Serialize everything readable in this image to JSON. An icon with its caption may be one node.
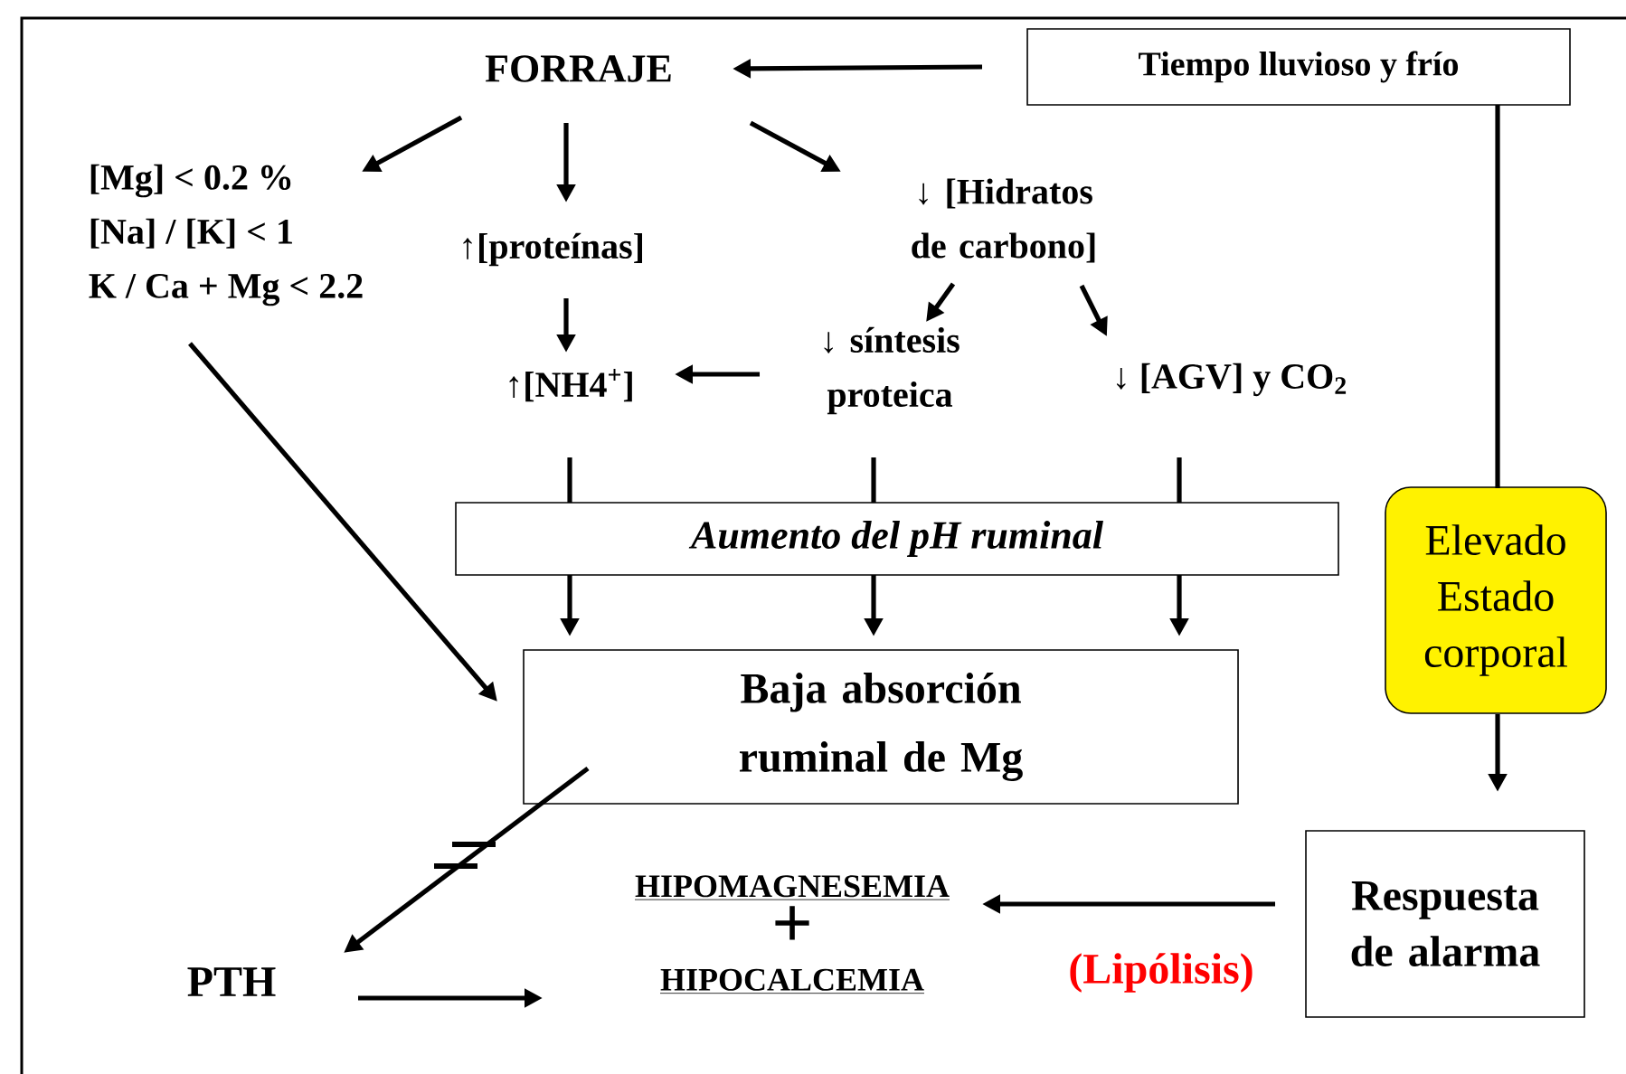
{
  "diagram": {
    "nodes": [
      {
        "text": [
          "FORRAJE"
        ]
      },
      {
        "text": [
          "Tiempo lluvioso y  frío"
        ]
      },
      {
        "text": [
          "[Mg] < 0.2 %",
          "[Na] / [K] < 1",
          "K / Ca + Mg < 2.2"
        ]
      },
      {
        "text": [
          "↑[proteínas]"
        ]
      },
      {
        "text": [
          "↓ [Hidratos de carbono]"
        ]
      },
      {
        "text": [
          "↑[NH4$^{+}$]"
        ]
      },
      {
        "text": [
          "↓ síntesis proteica"
        ]
      },
      {
        "text": [
          "↓ [AGV]  y CO$_{2}$"
        ]
      },
      {
        "text": [
          "Aumento  del  pH  ruminal"
        ]
      },
      {
        "text": [
          "Elevado Estado corporal"
        ]
      },
      {
        "text": [
          "Baja absorción ruminal de Mg"
        ]
      },
      {
        "text": [
          "HIPOMAGNESEMIA",
          "+",
          "HIPOCALCEMIA"
        ]
      },
      {
        "text": [
          "PTH"
        ]
      },
      {
        "text": [
          "Respuesta de alarma"
        ]
      }
    ],
    "edges": [
      {
        "from": 1,
        "to": 0,
        "arrow": "to"
      },
      {
        "from": 0,
        "to": 2,
        "arrow": "to"
      },
      {
        "from": 0,
        "to": 3,
        "arrow": "to"
      },
      {
        "from": 0,
        "to": 4,
        "arrow": "to"
      },
      {
        "from": 3,
        "to": 5,
        "arrow": "to"
      },
      {
        "from": 4,
        "to": 6,
        "arrow": "to"
      },
      {
        "from": 4,
        "to": 7,
        "arrow": "to"
      },
      {
        "from": 6,
        "to": 5,
        "arrow": "to"
      },
      {
        "from": 5,
        "to": 8,
        "arrow": "none"
      },
      {
        "from": 6,
        "to": 8,
        "arrow": "none"
      },
      {
        "from": 7,
        "to": 8,
        "arrow": "none"
      },
      {
        "from": 8,
        "to": 10,
        "arrow": "to"
      },
      {
        "from": 8,
        "to": 10,
        "arrow": "to"
      },
      {
        "from": 8,
        "to": 10,
        "arrow": "to"
      },
      {
        "from": 2,
        "to": 10,
        "arrow": "to"
      },
      {
        "from": 1,
        "to": 9,
        "arrow": "none"
      },
      {
        "from": 9,
        "to": 13,
        "arrow": "to"
      },
      {
        "from": 10,
        "to": 12,
        "arrow": "to"
      },
      {
        "from": 12,
        "to": 11,
        "arrow": "to"
      },
      {
        "from": 13,
        "to": 11,
        "arrow": "to",
        "label": "(Lipólisis)"
      }
    ]
  }
}
